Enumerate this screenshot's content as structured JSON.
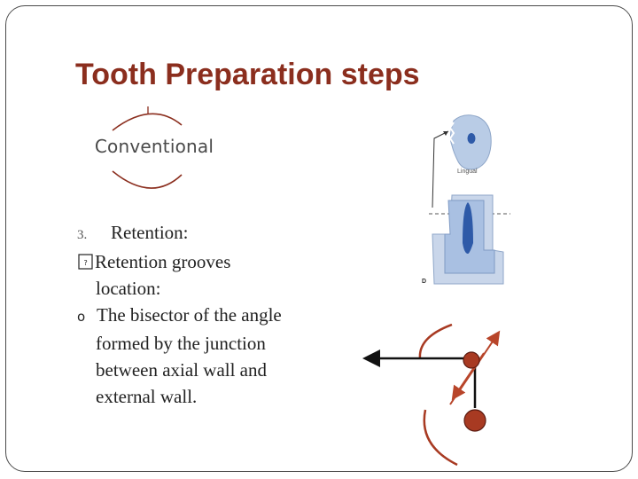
{
  "slide": {
    "title": "Tooth Preparation steps"
  },
  "conventional_figure": {
    "label": "Conventional"
  },
  "content": {
    "item_number": "3.",
    "heading": "Retention:",
    "grooves_line1": "Retention grooves",
    "grooves_line2": "location:",
    "bisector_line1": "The bisector of the angle",
    "bisector_line2": "formed by the junction",
    "bisector_line3": "between axial wall and",
    "bisector_line4": "external wall."
  },
  "tooth_figure": {
    "lingual_label": "Lingual",
    "d_label": "D"
  },
  "colors": {
    "title": "#8b2e1e",
    "accent_red": "#a83a22",
    "tooth_light": "#c3d4ea",
    "tooth_dark": "#2e5aa8"
  }
}
